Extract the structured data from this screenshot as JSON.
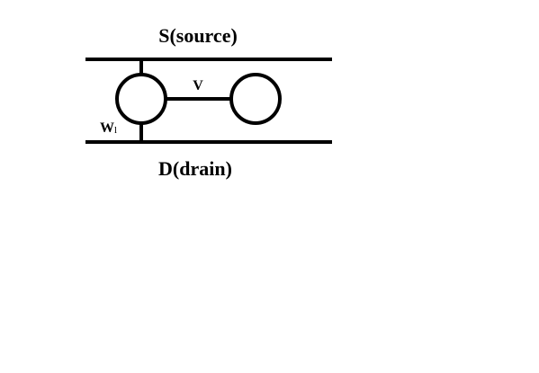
{
  "labels": {
    "source": "S(source)",
    "drain": "D(drain)",
    "v": "V",
    "w_main": "W",
    "w_sub": "l"
  },
  "colors": {
    "stroke": "#000000",
    "background": "#ffffff"
  }
}
